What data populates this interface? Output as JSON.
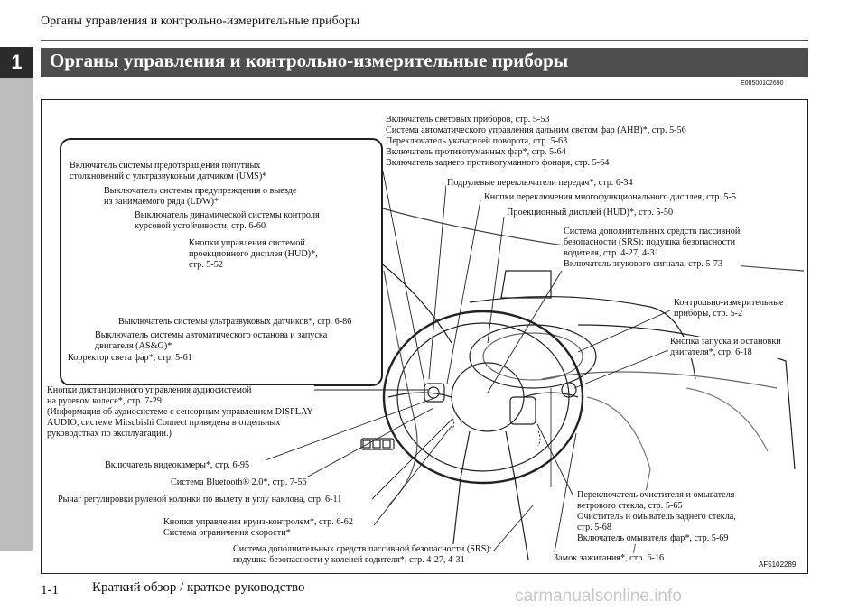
{
  "header": {
    "running_title": "Органы управления и контрольно-измерительные приборы"
  },
  "chapter": {
    "number": "1"
  },
  "section": {
    "title": "Органы управления и контрольно-измерительные приборы",
    "code": "E08500102690"
  },
  "figure": {
    "art_code": "AF5102289",
    "labels": {
      "ums": "Включатель системы предотвращения попутных\nстолкновений с ультразвуковым датчиком (UMS)*",
      "ldw": "Выключатель системы предупреждения о выезде\nиз занимаемого ряда (LDW)*",
      "asc": "Выключатель динамической системы контроля\nкурсовой устойчивости, стр. 6-60",
      "hud_buttons": "Кнопки управления системой\nпроекционного дисплея (HUD)*,\nстр. 5-52",
      "sonar": "Выключатель системы ультразвуковых датчиков*, стр. 6-86",
      "asg": "Выключатель системы автоматического останова и запуска\nдвигателя (AS&G)*",
      "leveling": "Корректор света фар*, стр. 5-61",
      "lights": "Включатель световых приборов, стр. 5-53\nСистема автоматического управления дальним светом фар (AHB)*, стр. 5-56\nПереключатель указателей поворота, стр. 5-63\nВключатель противотуманных фар*, стр. 5-64\nВключатель заднего противотуманного фонаря, стр. 5-64",
      "paddles": "Подрулевые переключатели передач*, стр. 6-34",
      "mfd_buttons": "Кнопки переключения многофункционального дисплея, стр. 5-5",
      "hud": "Проекционный дисплей (HUD)*, стр. 5-50",
      "srs_driver": "Система дополнительных средств пассивной\nбезопасности (SRS): подушка безопасности\nводителя, стр. 4-27, 4-31\nВключатель звукового сигнала, стр. 5-73",
      "cluster": "Контрольно-измерительные\nприборы, стр. 5-2",
      "start_stop": "Кнопка запуска и остановки\nдвигателя*, стр. 6-18",
      "audio": "Кнопки дистанционного управления аудиосистемой\nна рулевом колесе*, стр. 7-29\n(Информация об аудиосистеме с сенсорным управлением DISPLAY\nAUDIO, системе Mitsubishi Connect приведена в отдельных\nруководствах по эксплуатации.)",
      "camera": "Включатель видеокамеры*, стр. 6-95",
      "bluetooth": "Система Bluetooth® 2.0*, стр. 7-56",
      "tilt": "Рычаг регулировки рулевой колонки по вылету и углу наклона, стр. 6-11",
      "cruise": "Кнопки управления круиз-контролем*, стр. 6-62\nСистема ограничения скорости*",
      "knee": "Система дополнительных средств пассивной безопасности (SRS):\nподушка безопасности у коленей водителя*, стр. 4-27, 4-31",
      "wipers": "Переключатель очистителя и омывателя\nветрового стекла, стр. 5-65\nОчиститель и омыватель заднего стекла,\nстр. 5-68\nВключатель омывателя фар*, стр. 5-69",
      "ignition": "Замок зажигания*, стр. 6-16"
    }
  },
  "footer": {
    "page": "1-1",
    "title": "Краткий обзор / краткое руководство",
    "watermark": "carmanualsonline.info"
  }
}
